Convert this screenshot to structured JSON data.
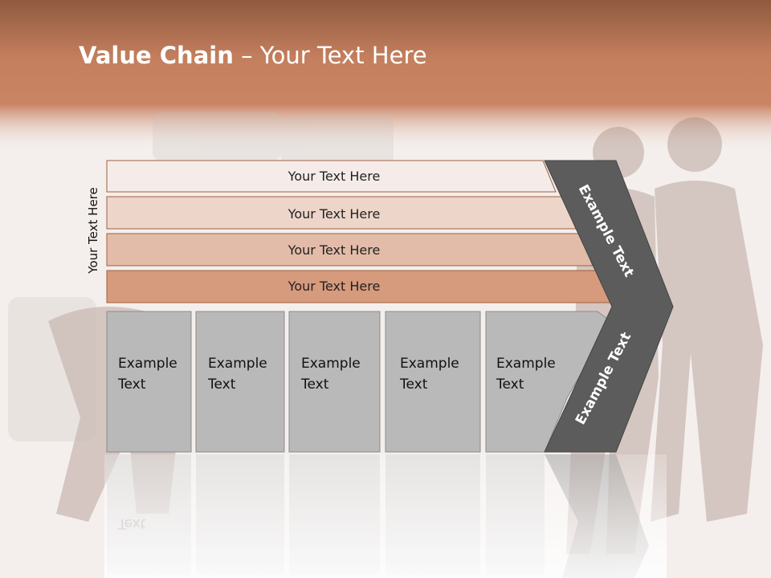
{
  "slide": {
    "title_bold": "Value Chain",
    "title_rest": " – Your Text Here",
    "side_label": "Your Text Here"
  },
  "rows": [
    {
      "label": "Your Text Here",
      "color": "#f5ece9"
    },
    {
      "label": "Your Text Here",
      "color": "#edd5c9"
    },
    {
      "label": "Your Text Here",
      "color": "#e3bca9"
    },
    {
      "label": "Your Text Here",
      "color": "#d69a7c"
    }
  ],
  "boxes": [
    {
      "line1": "Example",
      "line2": "Text"
    },
    {
      "line1": "Example",
      "line2": "Text"
    },
    {
      "line1": "Example",
      "line2": "Text"
    },
    {
      "line1": "Example",
      "line2": "Text"
    },
    {
      "line1": "Example",
      "line2": "Text"
    }
  ],
  "chevron": {
    "upper_label": "Example Text",
    "lower_label": "Example Text",
    "color": "#5c5c5c"
  },
  "colors": {
    "header": "#c27b5a",
    "box_fill": "#b9b9b9",
    "row_stroke": "#a06040"
  }
}
